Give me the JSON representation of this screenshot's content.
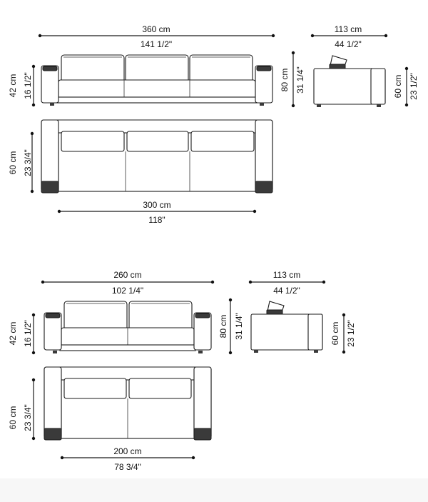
{
  "sofa_large": {
    "total_width_cm": "360 cm",
    "total_width_in": "141 1/2\"",
    "seat_width_cm": "300 cm",
    "seat_width_in": "118\"",
    "depth_cm": "113 cm",
    "depth_in": "44 1/2\"",
    "seat_height_cm": "42 cm",
    "seat_height_in": "16 1/2\"",
    "back_height_cm": "80 cm",
    "back_height_in": "31 1/4\"",
    "arm_height_cm": "60 cm",
    "arm_height_in": "23 1/2\"",
    "seat_depth_cm": "60 cm",
    "seat_depth_in": "23 3/4\""
  },
  "sofa_small": {
    "total_width_cm": "260 cm",
    "total_width_in": "102 1/4\"",
    "seat_width_cm": "200 cm",
    "seat_width_in": "78 3/4\"",
    "depth_cm": "113 cm",
    "depth_in": "44 1/2\"",
    "seat_height_cm": "42 cm",
    "seat_height_in": "16 1/2\"",
    "back_height_cm": "80 cm",
    "back_height_in": "31 1/4\"",
    "arm_height_cm": "60 cm",
    "arm_height_in": "23 1/2\"",
    "seat_depth_cm": "60 cm",
    "seat_depth_in": "23 3/4\""
  }
}
